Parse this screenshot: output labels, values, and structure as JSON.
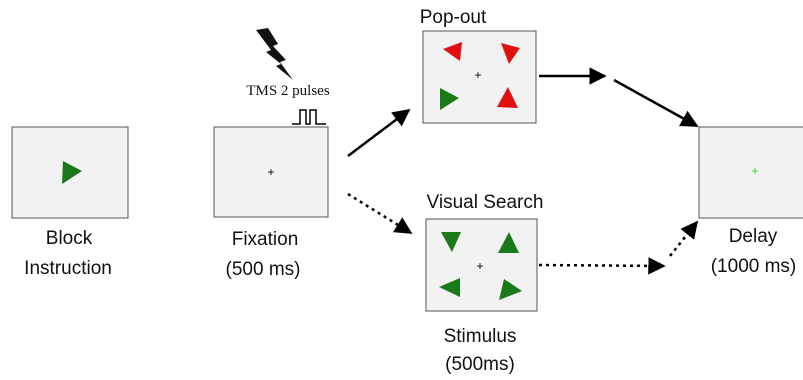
{
  "stages": {
    "block": {
      "line1": "Block",
      "line2": "Instruction"
    },
    "fixation": {
      "line1": "Fixation",
      "line2": "(500 ms)"
    },
    "popout": {
      "title": "Pop-out"
    },
    "visual_search": {
      "title": "Visual Search"
    },
    "stimulus": {
      "line1": "Stimulus",
      "line2": "(500ms)"
    },
    "delay": {
      "line1": "Delay",
      "line2": "(1000 ms)"
    }
  },
  "tms": {
    "label": "TMS 2 pulses",
    "icon": "lightning-bolt-icon"
  },
  "fixation_mark": "+",
  "colors": {
    "screen_fill": "#f2f2f2",
    "screen_border": "#555555",
    "green": "#1a7a1a",
    "red": "#e01010",
    "delay_cross": "#22dd22",
    "arrow": "#000000"
  }
}
